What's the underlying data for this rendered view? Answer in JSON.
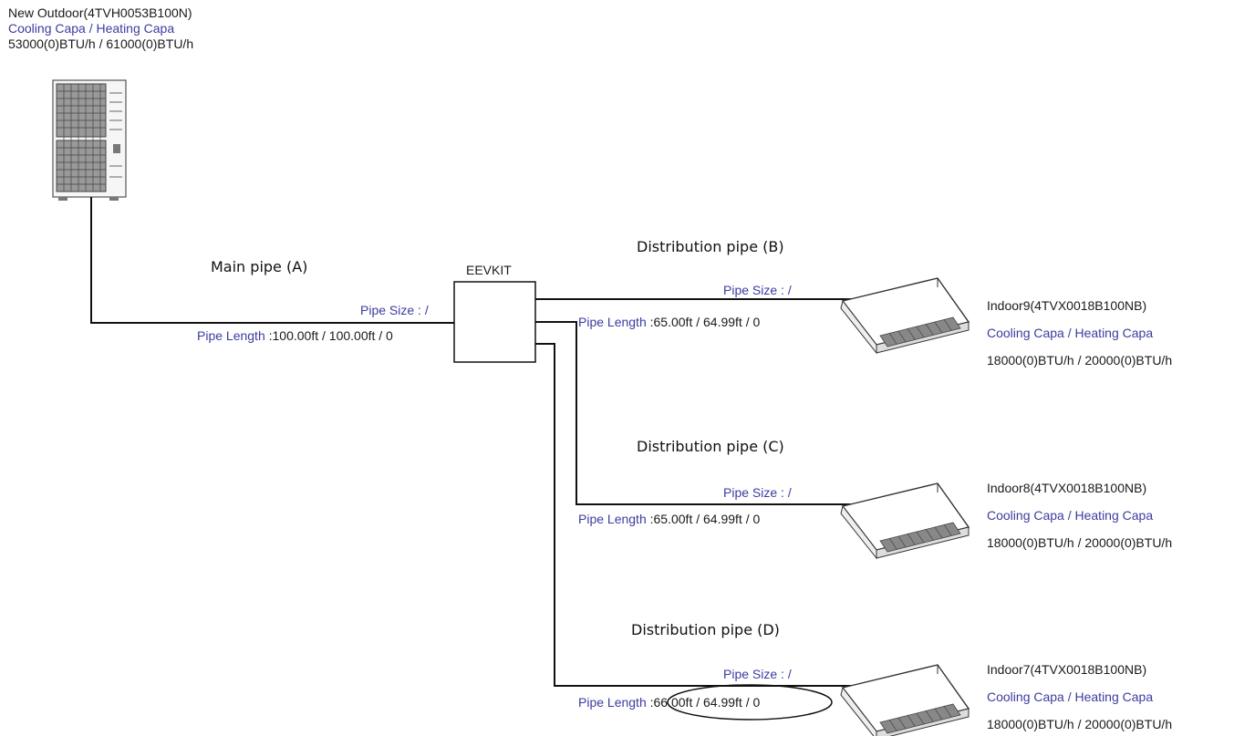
{
  "outdoor": {
    "name": "New Outdoor(4TVH0053B100N)",
    "capa_label": "Cooling Capa / Heating Capa",
    "capa_value": "53000(0)BTU/h / 61000(0)BTU/h"
  },
  "eevkit": {
    "label": "EEVKIT"
  },
  "main_pipe": {
    "title": "Main pipe (A)",
    "size_label": "Pipe Size : /",
    "length_label": "Pipe Length",
    "length_value": ":100.00ft / 100.00ft / 0"
  },
  "branches": [
    {
      "title": "Distribution pipe (B)",
      "size_label": "Pipe Size : /",
      "length_label": "Pipe Length",
      "length_value": ":65.00ft / 64.99ft / 0",
      "indoor_name": "Indoor9(4TVX0018B100NB)",
      "capa_label": "Cooling Capa / Heating Capa",
      "capa_value": "18000(0)BTU/h / 20000(0)BTU/h"
    },
    {
      "title": "Distribution pipe (C)",
      "size_label": "Pipe Size : /",
      "length_label": "Pipe Length",
      "length_value": ":65.00ft / 64.99ft / 0",
      "indoor_name": "Indoor8(4TVX0018B100NB)",
      "capa_label": "Cooling Capa / Heating Capa",
      "capa_value": "18000(0)BTU/h / 20000(0)BTU/h"
    },
    {
      "title": "Distribution pipe (D)",
      "size_label": "Pipe Size : /",
      "length_label": "Pipe Length",
      "length_value": ":66.00ft / 64.99ft / 0",
      "indoor_name": "Indoor7(4TVX0018B100NB)",
      "capa_label": "Cooling Capa / Heating Capa",
      "capa_value": "18000(0)BTU/h / 20000(0)BTU/h"
    }
  ]
}
